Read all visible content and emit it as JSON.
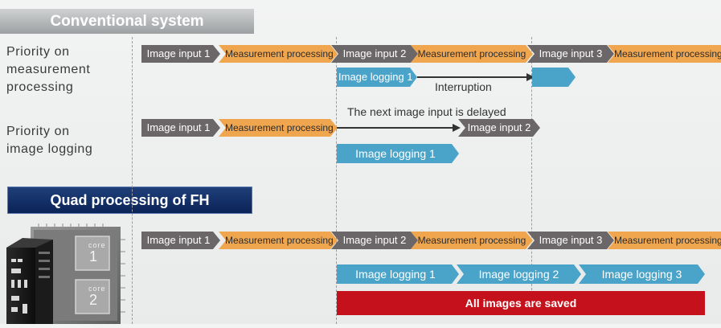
{
  "sections": {
    "conventional": {
      "title": "Conventional system"
    },
    "quad": {
      "title": "Quad processing of FH"
    }
  },
  "rows": {
    "priority_measurement": {
      "label_line1": "Priority on",
      "label_line2": "measurement",
      "label_line3": "processing"
    },
    "priority_logging": {
      "label_line1": "Priority on",
      "label_line2": "image logging"
    }
  },
  "chevrons": {
    "ii1": "Image input 1",
    "ii2": "Image input 2",
    "ii3": "Image input 3",
    "mp": "Measurement processing",
    "il1": "Image logging 1",
    "il2": "Image logging 2",
    "il3": "Image logging 3"
  },
  "notes": {
    "interruption": "Interruption",
    "delayed": "The next image input is delayed"
  },
  "cores": {
    "core1_tag": "core",
    "core1_num": "1",
    "core2_tag": "core",
    "core2_num": "2"
  },
  "banner": "All images are saved",
  "colors": {
    "image_input": "#6b6668",
    "measurement": "#f0a64f",
    "logging": "#4aa3c9",
    "banner": "#c4111b",
    "quad_header": "#0b2357"
  }
}
